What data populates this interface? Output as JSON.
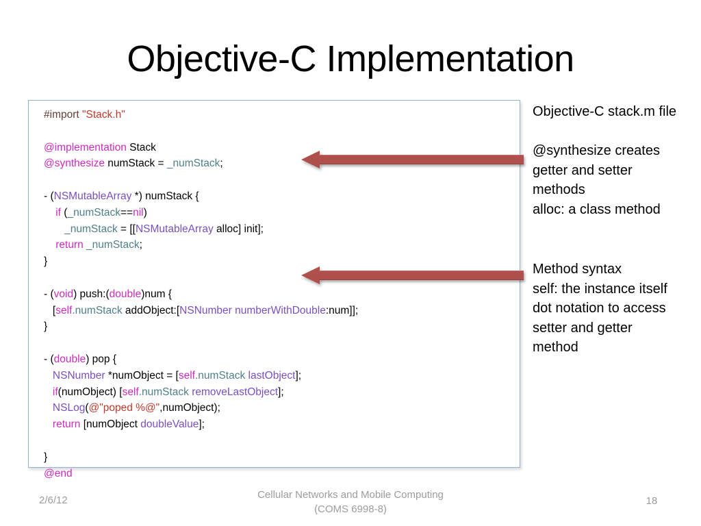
{
  "slide": {
    "title": "Objective-C Implementation"
  },
  "code_panel": {
    "language": "objective-c",
    "border_color": "#94b0d4",
    "background": "#ffffff",
    "token_colors": {
      "keyword": "#cc2bbd",
      "type": "#7a4fbf",
      "ivar": "#4f7f8b",
      "string": "#c0392b",
      "preproc": "#5c4233",
      "plain": "#000000"
    },
    "lines": [
      [
        {
          "t": "#import ",
          "c": "preproc"
        },
        {
          "t": "\"Stack.h\"",
          "c": "string"
        }
      ],
      [],
      [
        {
          "t": "@implementation",
          "c": "keyword"
        },
        {
          "t": " Stack",
          "c": "plain"
        }
      ],
      [
        {
          "t": "@synthesize",
          "c": "keyword"
        },
        {
          "t": " numStack = ",
          "c": "plain"
        },
        {
          "t": "_numStack",
          "c": "ivar"
        },
        {
          "t": ";",
          "c": "plain"
        }
      ],
      [],
      [
        {
          "t": "- (",
          "c": "plain"
        },
        {
          "t": "NSMutableArray",
          "c": "type"
        },
        {
          "t": " *) numStack {",
          "c": "plain"
        }
      ],
      [
        {
          "t": "    ",
          "c": "plain"
        },
        {
          "t": "if",
          "c": "keyword"
        },
        {
          "t": " (",
          "c": "plain"
        },
        {
          "t": "_numStack",
          "c": "ivar"
        },
        {
          "t": "==",
          "c": "plain"
        },
        {
          "t": "nil",
          "c": "keyword"
        },
        {
          "t": ")",
          "c": "plain"
        }
      ],
      [
        {
          "t": "       ",
          "c": "plain"
        },
        {
          "t": "_numStack",
          "c": "ivar"
        },
        {
          "t": " = [[",
          "c": "plain"
        },
        {
          "t": "NSMutableArray",
          "c": "type"
        },
        {
          "t": " alloc] init];",
          "c": "plain"
        }
      ],
      [
        {
          "t": "    ",
          "c": "plain"
        },
        {
          "t": "return",
          "c": "keyword"
        },
        {
          "t": " ",
          "c": "plain"
        },
        {
          "t": "_numStack",
          "c": "ivar"
        },
        {
          "t": ";",
          "c": "plain"
        }
      ],
      [
        {
          "t": "}",
          "c": "plain"
        }
      ],
      [],
      [
        {
          "t": "- (",
          "c": "plain"
        },
        {
          "t": "void",
          "c": "keyword"
        },
        {
          "t": ") push:(",
          "c": "plain"
        },
        {
          "t": "double",
          "c": "keyword"
        },
        {
          "t": ")num {",
          "c": "plain"
        }
      ],
      [
        {
          "t": "   [",
          "c": "plain"
        },
        {
          "t": "self",
          "c": "keyword"
        },
        {
          "t": ".numStack",
          "c": "ivar"
        },
        {
          "t": " addObject:[",
          "c": "plain"
        },
        {
          "t": "NSNumber",
          "c": "type"
        },
        {
          "t": " numberWithDouble",
          "c": "type"
        },
        {
          "t": ":num]];",
          "c": "plain"
        }
      ],
      [
        {
          "t": "}",
          "c": "plain"
        }
      ],
      [],
      [
        {
          "t": "- (",
          "c": "plain"
        },
        {
          "t": "double",
          "c": "keyword"
        },
        {
          "t": ") pop {",
          "c": "plain"
        }
      ],
      [
        {
          "t": "   ",
          "c": "plain"
        },
        {
          "t": "NSNumber",
          "c": "type"
        },
        {
          "t": " *numObject = [",
          "c": "plain"
        },
        {
          "t": "self",
          "c": "keyword"
        },
        {
          "t": ".numStack",
          "c": "ivar"
        },
        {
          "t": " ",
          "c": "plain"
        },
        {
          "t": "lastObject",
          "c": "type"
        },
        {
          "t": "];",
          "c": "plain"
        }
      ],
      [
        {
          "t": "   ",
          "c": "plain"
        },
        {
          "t": "if",
          "c": "keyword"
        },
        {
          "t": "(numObject) [",
          "c": "plain"
        },
        {
          "t": "self",
          "c": "keyword"
        },
        {
          "t": ".numStack",
          "c": "ivar"
        },
        {
          "t": " ",
          "c": "plain"
        },
        {
          "t": "removeLastObject",
          "c": "type"
        },
        {
          "t": "];",
          "c": "plain"
        }
      ],
      [
        {
          "t": "   ",
          "c": "plain"
        },
        {
          "t": "NSLog",
          "c": "type"
        },
        {
          "t": "(",
          "c": "plain"
        },
        {
          "t": "@\"poped %@\"",
          "c": "string"
        },
        {
          "t": ",numObject);",
          "c": "plain"
        }
      ],
      [
        {
          "t": "   ",
          "c": "plain"
        },
        {
          "t": "return",
          "c": "keyword"
        },
        {
          "t": " [numObject ",
          "c": "plain"
        },
        {
          "t": "doubleValue",
          "c": "type"
        },
        {
          "t": "];",
          "c": "plain"
        }
      ],
      [],
      [
        {
          "t": "}",
          "c": "plain"
        }
      ],
      [
        {
          "t": "@end",
          "c": "keyword"
        }
      ]
    ]
  },
  "arrows": [
    {
      "name": "synthesize-callout-arrow",
      "direction": "left",
      "color": "#b0504c",
      "points_to": "@synthesize numStack = _numStack;"
    },
    {
      "name": "method-callout-arrow",
      "direction": "left",
      "color": "#b0504c",
      "points_to": "- (void) push:(double)num {"
    }
  ],
  "notes": {
    "top": [
      "Objective-C stack.m file",
      "",
      "@synthesize creates",
      "getter and setter",
      "methods",
      "alloc: a class method"
    ],
    "bottom": [
      "Method syntax",
      "self: the instance itself",
      "dot notation to access",
      "setter and getter",
      "method"
    ]
  },
  "footer": {
    "date": "2/6/12",
    "course_line1": "Cellular Networks and Mobile Computing",
    "course_line2": "(COMS 6998-8)",
    "page_number": "18"
  }
}
